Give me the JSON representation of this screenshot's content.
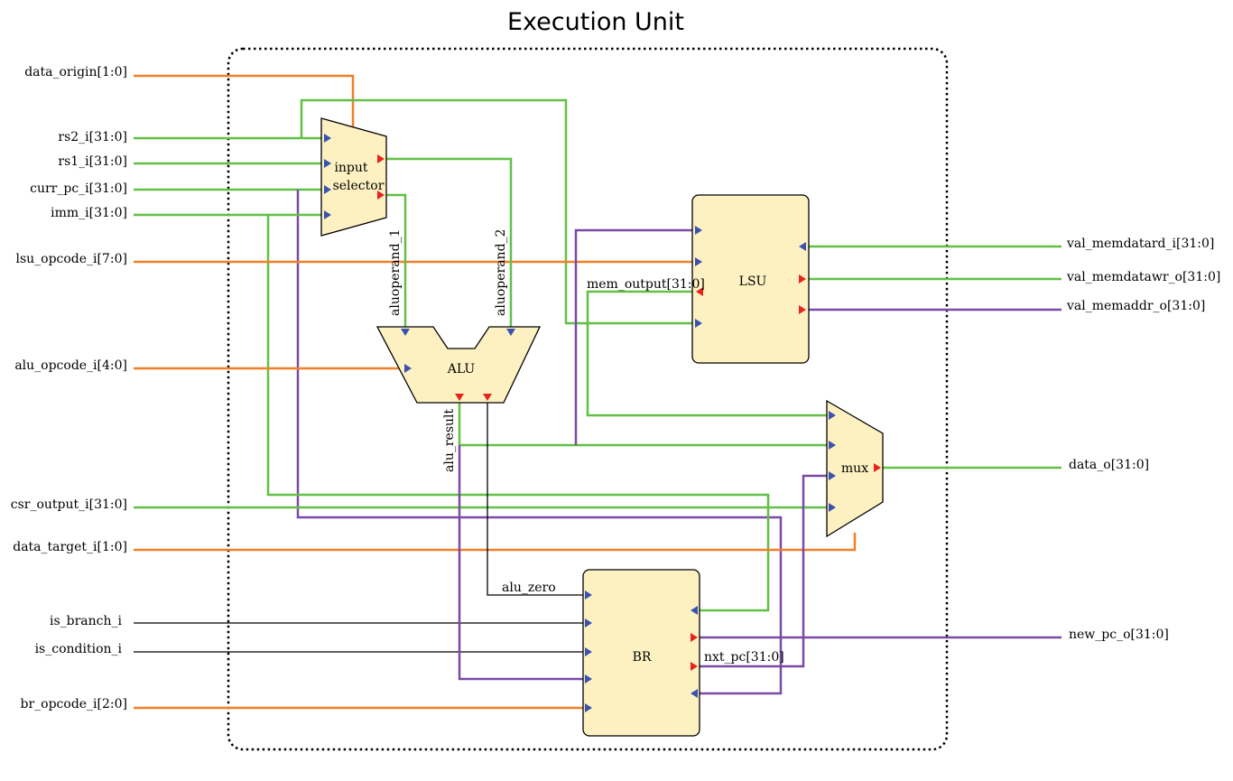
{
  "title": "Execution Unit",
  "blocks": {
    "input_selector": {
      "line1": "input",
      "line2": "selector"
    },
    "alu": "ALU",
    "lsu": "LSU",
    "mux": "mux",
    "br": "BR"
  },
  "inputs": {
    "data_origin": "data_origin[1:0]",
    "rs2": "rs2_i[31:0]",
    "rs1": "rs1_i[31:0]",
    "curr_pc": "curr_pc_i[31:0]",
    "imm": "imm_i[31:0]",
    "lsu_opcode": "lsu_opcode_i[7:0]",
    "alu_opcode": "alu_opcode_i[4:0]",
    "csr_output": "csr_output_i[31:0]",
    "data_target": "data_target_i[1:0]",
    "is_branch": "is_branch_i",
    "is_condition": "is_condition_i",
    "br_opcode": "br_opcode_i[2:0]"
  },
  "outputs": {
    "val_memdatard": "val_memdatard_i[31:0]",
    "val_memdatawr": "val_memdatawr_o[31:0]",
    "val_memaddr": "val_memaddr_o[31:0]",
    "data_o": "data_o[31:0]",
    "new_pc": "new_pc_o[31:0]"
  },
  "signals": {
    "aluoperand_1": "aluoperand_1",
    "aluoperand_2": "aluoperand_2",
    "mem_output": "mem_output[31:0]",
    "alu_result": "alu_result",
    "alu_zero": "alu_zero",
    "nxt_pc": "nxt_pc[31:0]"
  },
  "wire_colors": {
    "data_32bit": "#62c046",
    "control_opcode": "#f08028",
    "address_pc": "#7a4aa6",
    "single_bit": "#000000"
  },
  "block_fill": "#fdf1c2",
  "pin_colors": {
    "input": "#3a52b0",
    "output": "#e8221c"
  }
}
